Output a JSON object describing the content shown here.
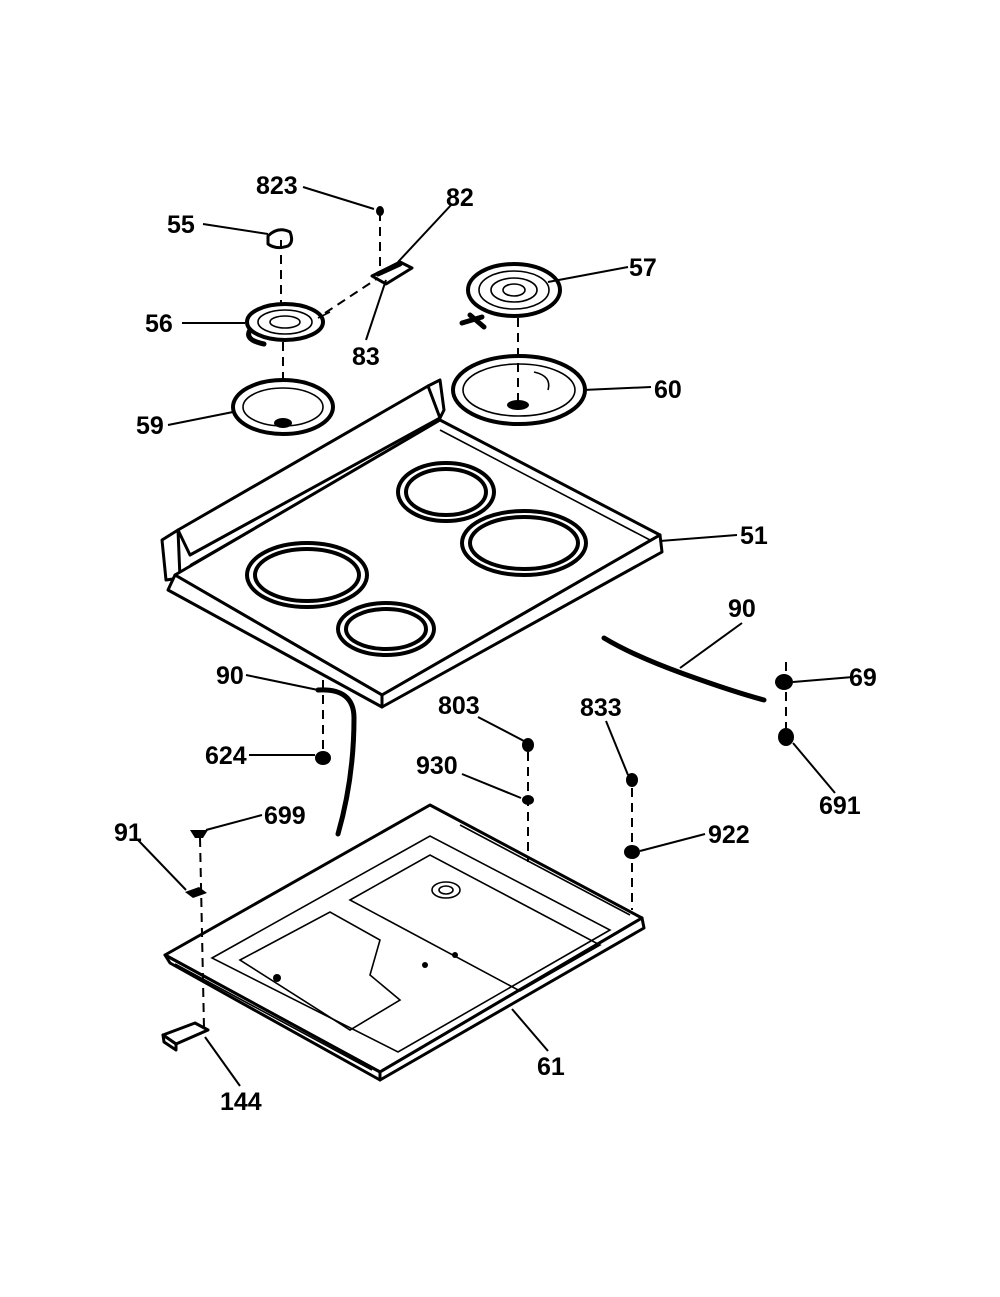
{
  "labels": {
    "p823": "823",
    "p82": "82",
    "p55": "55",
    "p57": "57",
    "p56": "56",
    "p83": "83",
    "p60": "60",
    "p59": "59",
    "p51": "51",
    "p90_right": "90",
    "p90_left": "90",
    "p69": "69",
    "p803": "803",
    "p833": "833",
    "p624": "624",
    "p930": "930",
    "p691": "691",
    "p699": "699",
    "p91": "91",
    "p922": "922",
    "p61": "61",
    "p144": "144"
  }
}
